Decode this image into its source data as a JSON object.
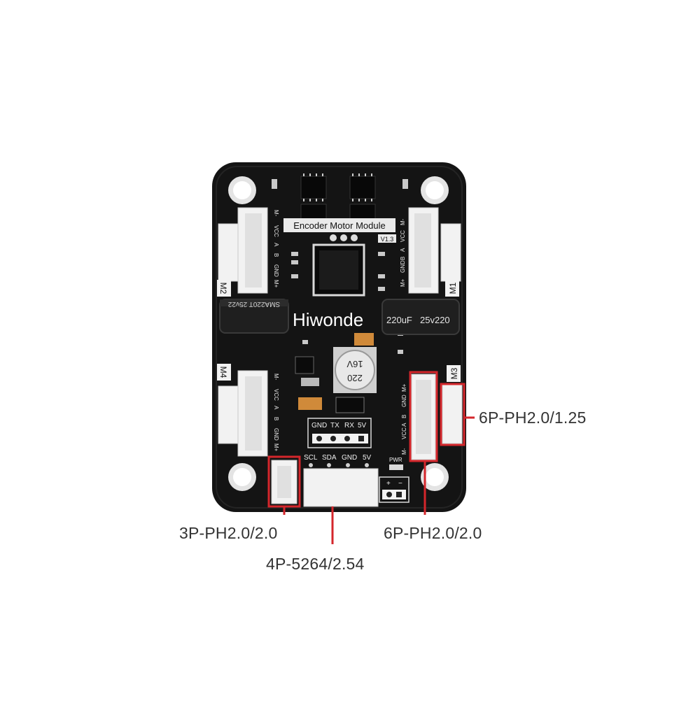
{
  "board": {
    "module_title": "Encoder Motor Module",
    "version": "V1.3",
    "brand": "Hiwonde",
    "cap_left": "SMA220T 25v22",
    "cap_right_value": "220uF",
    "cap_right_voltage": "25v220",
    "cap_center_line1": "16V",
    "cap_center_line2": "220",
    "motor_labels": [
      "M1",
      "M2",
      "M3",
      "M4"
    ],
    "pin_labels": [
      "M-",
      "VCC",
      "A",
      "B",
      "GND",
      "M+"
    ],
    "uart_header": [
      "GND",
      "TX",
      "RX",
      "5V"
    ],
    "i2c_header": [
      "SCL",
      "SDA",
      "GND",
      "5V"
    ],
    "led_label": "PWR"
  },
  "callouts": {
    "right_connector": "6P-PH2.0/1.25",
    "bottom_left_connector": "3P-PH2.0/2.0",
    "bottom_center_connector": "4P-5264/2.54",
    "bottom_right_connector": "6P-PH2.0/2.0"
  },
  "colors": {
    "board": "#141414",
    "highlight": "#d4262b",
    "connector": "#f2f2f2",
    "capacitor": "#1c1c1c"
  }
}
